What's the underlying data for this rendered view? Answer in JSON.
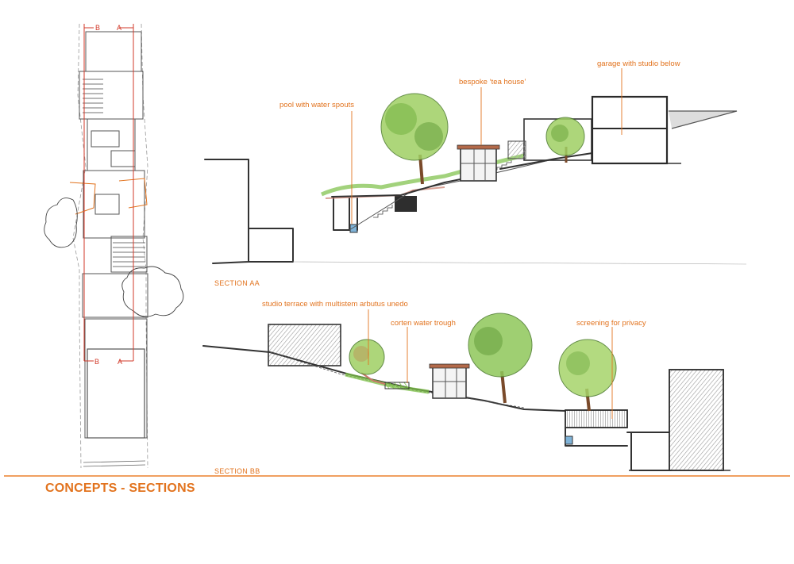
{
  "colors": {
    "accent": "#e2731e",
    "plan_red": "#d23a2a",
    "pencil": "#333333",
    "green": "#6fae3a"
  },
  "plan": {
    "mark_b": "B",
    "mark_a": "A"
  },
  "section_aa": {
    "label": "SECTION AA",
    "annotations": {
      "pool": "pool with water spouts",
      "tea_house": "bespoke ‘tea house’",
      "garage": "garage with studio below"
    }
  },
  "section_bb": {
    "label": "SECTION BB",
    "annotations": {
      "terrace": "studio terrace with multistem arbutus unedo",
      "trough": "corten water trough",
      "screening": "screening for privacy"
    }
  },
  "footer": {
    "title": "CONCEPTS - SECTIONS"
  }
}
